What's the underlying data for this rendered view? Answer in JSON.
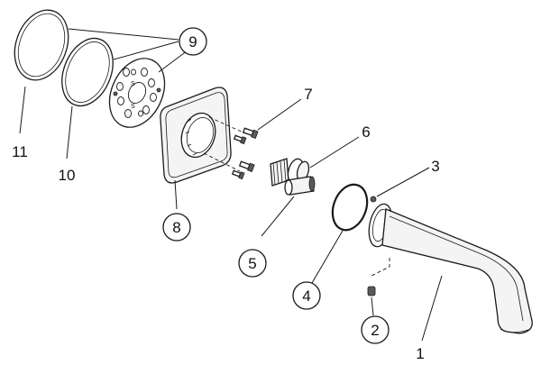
{
  "callouts": {
    "c1": "1",
    "c2": "2",
    "c3": "3",
    "c4": "4",
    "c5": "5",
    "c6": "6",
    "c7": "7",
    "c8": "8",
    "c9": "9",
    "c10": "10",
    "c11": "11"
  },
  "rosette_marks": {
    "s_top": "S",
    "s_bottom": "S"
  },
  "colors": {
    "line": "#1a1a1a",
    "background": "#ffffff"
  }
}
